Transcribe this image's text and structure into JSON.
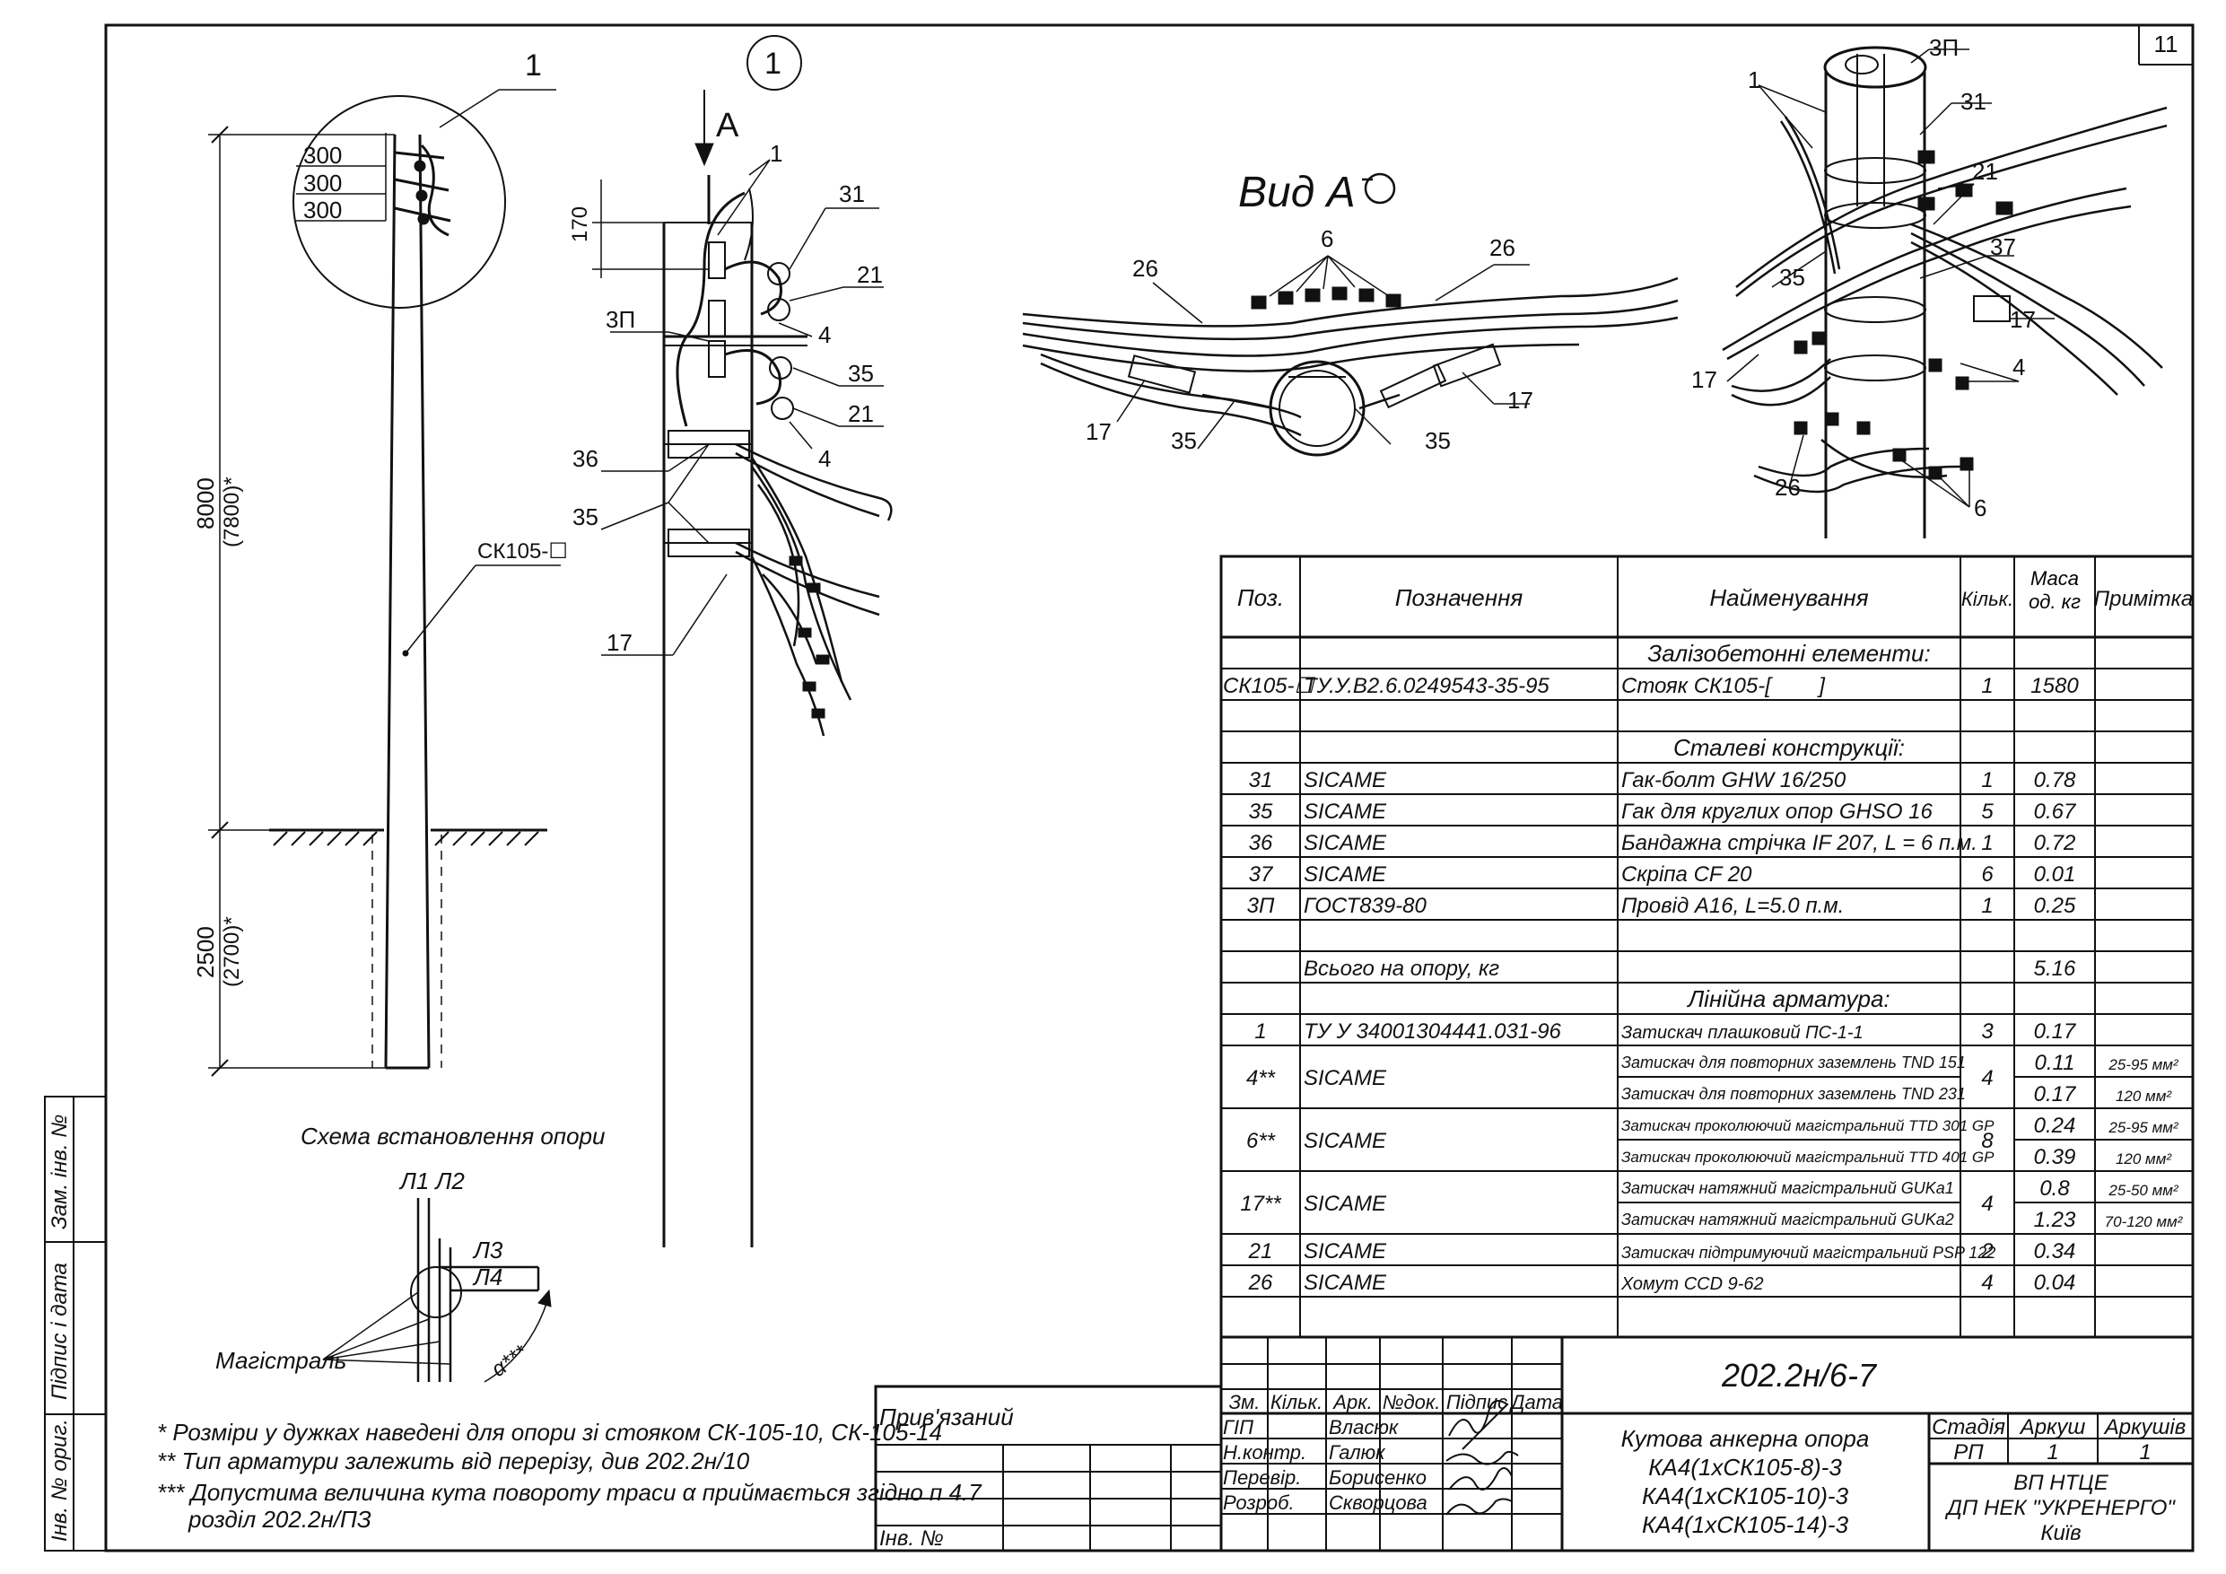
{
  "sheet_number": "11",
  "side_labels": [
    "Зам. інв. №",
    "Підпис і дата",
    "Інв. № ориг."
  ],
  "left_view": {
    "callout": "1",
    "dims": [
      "300",
      "300",
      "300"
    ],
    "height_above": "8000",
    "height_above_alt": "(7800)*",
    "height_below": "2500",
    "height_below_alt": "(2700)*",
    "pole_label": "СК105-☐"
  },
  "detail_view": {
    "circle_label": "1",
    "arrow_label": "А",
    "dim": "170",
    "labels": [
      "1",
      "31",
      "21",
      "4",
      "35",
      "21",
      "4",
      "3П",
      "36",
      "35",
      "17"
    ]
  },
  "view_a": {
    "title": "Вид А",
    "labels": [
      "6",
      "26",
      "26",
      "17",
      "35",
      "35",
      "17"
    ]
  },
  "iso_view": {
    "labels": [
      "3П",
      "1",
      "31",
      "21",
      "35",
      "37",
      "17",
      "17",
      "4",
      "26",
      "6"
    ]
  },
  "scheme": {
    "title": "Схема встановлення опори",
    "l12": "Л1 Л2",
    "l3": "Л3",
    "l4": "Л4",
    "alpha": "α***",
    "mag": "Магістраль"
  },
  "notes": [
    "* Розміри у дужках наведені для опори зі стояком СК-105-10, СК-105-14",
    "** Тип арматури залежить від перерізу, див 202.2н/10",
    "*** Допустима величина кута повороту траси α приймається згідно п 4.7",
    "розділ 202.2н/ПЗ"
  ],
  "spec_table": {
    "headers": [
      "Поз.",
      "Позначення",
      "Найменування",
      "Кільк.",
      "Маса од. кг",
      "Примітка"
    ],
    "section_concrete": "Залізобетонні елементи:",
    "section_steel": "Сталеві конструкції:",
    "section_linear": "Лінійна арматура:",
    "total_label": "Всього на опору, кг",
    "total_value": "5.16",
    "rows_concrete": [
      {
        "pos": "СК105-☐",
        "des": "ТУ.У.В2.6.0249543-35-95",
        "name": "Стояк СК105-[        ]",
        "qty": "1",
        "mass": "1580",
        "note": ""
      }
    ],
    "rows_steel": [
      {
        "pos": "31",
        "des": "SICAME",
        "name": "Гак-болт GHW 16/250",
        "qty": "1",
        "mass": "0.78"
      },
      {
        "pos": "35",
        "des": "SICAME",
        "name": "Гак для круглих опор GHSO 16",
        "qty": "5",
        "mass": "0.67"
      },
      {
        "pos": "36",
        "des": "SICAME",
        "name": "Бандажна стрічка IF 207, L = 6 п.м.",
        "qty": "1",
        "mass": "0.72"
      },
      {
        "pos": "37",
        "des": "SICAME",
        "name": "Скріпа CF 20",
        "qty": "6",
        "mass": "0.01"
      },
      {
        "pos": "3П",
        "des": "ГОСТ839-80",
        "name": "Провід А16, L=5.0 п.м.",
        "qty": "1",
        "mass": "0.25"
      }
    ],
    "row_1": {
      "pos": "1",
      "des": "ТУ У 34001304441.031-96",
      "name": "Затискач плашковий ПС-1-1",
      "qty": "3",
      "mass": "0.17"
    },
    "group_4": {
      "pos": "4**",
      "des": "SICAME",
      "qty": "4",
      "name1": "Затискач для повторних заземлень TND 151",
      "mass1": "0.11",
      "note1": "25-95 мм²",
      "name2": "Затискач для повторних заземлень TND 231",
      "mass2": "0.17",
      "note2": "120 мм²"
    },
    "group_6": {
      "pos": "6**",
      "des": "SICAME",
      "qty": "8",
      "name1": "Затискач проколюючий магістральний TTD 301 GP",
      "mass1": "0.24",
      "note1": "25-95 мм²",
      "name2": "Затискач проколюючий магістральний TTD 401 GP",
      "mass2": "0.39",
      "note2": "120 мм²"
    },
    "group_17": {
      "pos": "17**",
      "des": "SICAME",
      "qty": "4",
      "name1": "Затискач натяжний магістральний GUKa1",
      "mass1": "0.8",
      "note1": "25-50 мм²",
      "name2": "Затискач натяжний магістральний GUKa2",
      "mass2": "1.23",
      "note2": "70-120 мм²"
    },
    "row_21": {
      "pos": "21",
      "des": "SICAME",
      "name": "Затискач підтримуючий магістральний PSP 122",
      "qty": "2",
      "mass": "0.34"
    },
    "row_26": {
      "pos": "26",
      "des": "SICAME",
      "name": "Хомут CCD 9-62",
      "qty": "4",
      "mass": "0.04"
    }
  },
  "title_block": {
    "doc_code": "202.2н/6-7",
    "bound": "Прив'язаний",
    "inv": "Інв. №",
    "col_headers": [
      "Зм.",
      "Кільк.",
      "Арк.",
      "№док.",
      "Підпис",
      "Дата"
    ],
    "roles": [
      "ГІП",
      "Н.контр.",
      "Перевір.",
      "Розроб."
    ],
    "names": [
      "Власюк",
      "Галюк",
      "Борисенко",
      "Скворцова"
    ],
    "title_lines": [
      "Кутова анкерна опора",
      "КА4(1хСК105-8)-3",
      "КА4(1хСК105-10)-3",
      "КА4(1хСК105-14)-3"
    ],
    "stage_h": "Стадія",
    "sheet_h": "Аркуш",
    "sheets_h": "Аркушів",
    "stage": "РП",
    "sheet": "1",
    "sheets": "1",
    "org_lines": [
      "ВП НТЦЕ",
      "ДП НЕК \"УКРЕНЕРГО\"",
      "Київ"
    ]
  }
}
